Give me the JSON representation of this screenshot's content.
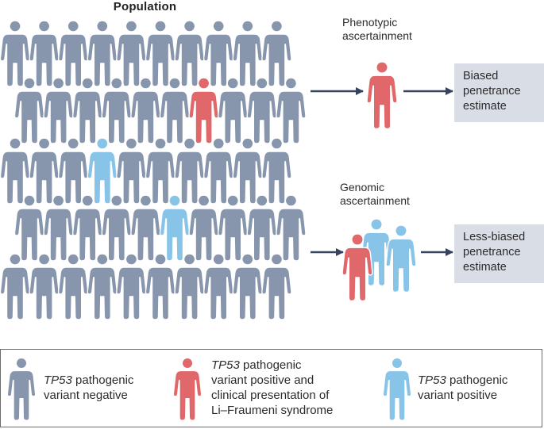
{
  "title": "Population",
  "colors": {
    "negative": "#8795ad",
    "lfs": "#e0686a",
    "positive": "#87c4e8",
    "arrow": "#34435f",
    "box": "#d9dee6"
  },
  "population": {
    "rows": [
      [
        "negative",
        "negative",
        "negative",
        "negative",
        "negative",
        "negative",
        "negative",
        "negative",
        "negative",
        "negative"
      ],
      [
        "negative",
        "negative",
        "negative",
        "negative",
        "negative",
        "negative",
        "lfs",
        "negative",
        "negative",
        "negative"
      ],
      [
        "negative",
        "negative",
        "negative",
        "positive",
        "negative",
        "negative",
        "negative",
        "negative",
        "negative",
        "negative"
      ],
      [
        "negative",
        "negative",
        "negative",
        "negative",
        "negative",
        "positive",
        "negative",
        "negative",
        "negative",
        "negative"
      ],
      [
        "negative",
        "negative",
        "negative",
        "negative",
        "negative",
        "negative",
        "negative",
        "negative",
        "negative",
        "negative"
      ]
    ]
  },
  "pathways": [
    {
      "label_line1": "Phenotypic",
      "label_line2": "ascertainment",
      "figures": [
        "lfs"
      ],
      "result_line1": "Biased",
      "result_line2": "penetrance",
      "result_line3": "estimate"
    },
    {
      "label_line1": "Genomic",
      "label_line2": "ascertainment",
      "figures": [
        "positive",
        "positive",
        "lfs"
      ],
      "result_line1": "Less-biased",
      "result_line2": "penetrance",
      "result_line3": "estimate"
    }
  ],
  "legend": [
    {
      "category": "negative",
      "gene": "TP53",
      "text_line1": " pathogenic",
      "text_line2": "variant negative"
    },
    {
      "category": "lfs",
      "gene": "TP53",
      "text_line1": " pathogenic",
      "text_line2": "variant positive and",
      "text_line3": "clinical presentation of",
      "text_line4": "Li–Fraumeni syndrome"
    },
    {
      "category": "positive",
      "gene": "TP53",
      "text_line1": " pathogenic",
      "text_line2": "variant positive"
    }
  ]
}
